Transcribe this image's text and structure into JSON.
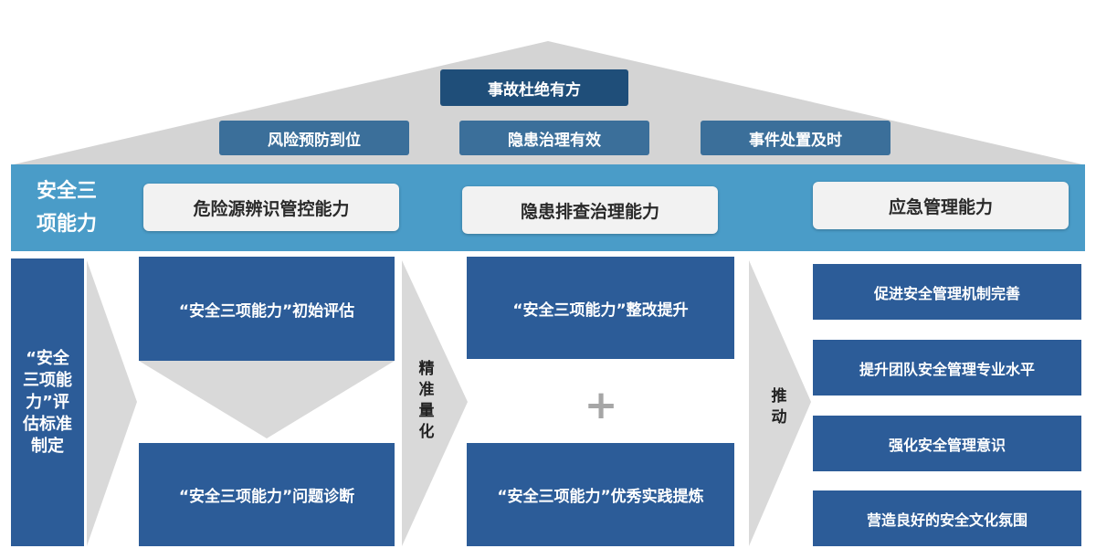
{
  "roof": {
    "top_goal": "事故杜绝有方",
    "goals": [
      "风险预防到位",
      "隐患治理有效",
      "事件处置及时"
    ]
  },
  "band": {
    "title_line1": "安全三",
    "title_line2": "项能力",
    "capabilities": [
      "危险源辨识管控能力",
      "隐患排查治理能力",
      "应急管理能力"
    ]
  },
  "left_box": {
    "lines": [
      "“安全",
      "三项能",
      "力”评",
      "估标准",
      "制定"
    ]
  },
  "middle_left": {
    "top": "“安全三项能力”初始评估",
    "bottom": "“安全三项能力”问题诊断"
  },
  "arrow_1": {
    "lines": [
      "精",
      "准",
      "量",
      "化"
    ]
  },
  "middle_right": {
    "top": "“安全三项能力”整改提升",
    "plus": "+",
    "bottom": "“安全三项能力”优秀实践提炼"
  },
  "arrow_2": {
    "lines": [
      "推",
      "动"
    ]
  },
  "outcomes": [
    "促进安全管理机制完善",
    "提升团队安全管理专业水平",
    "强化安全管理意识",
    "营造良好的安全文化氛围"
  ],
  "colors": {
    "roof": "#d4d4d4",
    "roof_top_box": "#1f4e79",
    "roof_goal_box": "#3b6f9a",
    "band": "#4a9cc8",
    "blue_box": "#2c5c98",
    "arrow": "#d9d9d9"
  }
}
